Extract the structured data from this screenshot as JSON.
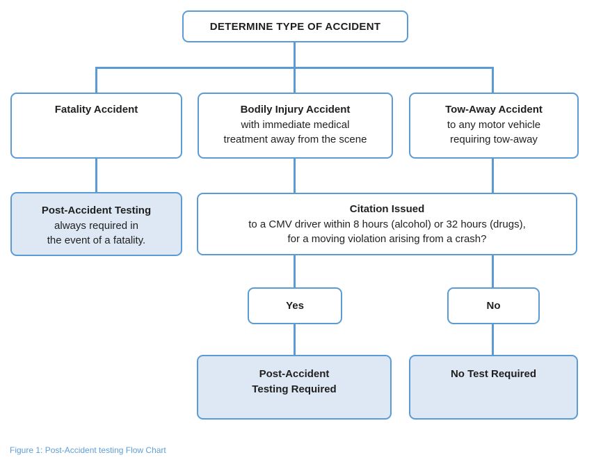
{
  "figure": {
    "caption": "Figure 1: Post-Accident testing Flow Chart"
  },
  "colors": {
    "connector_and_border": "#5b9bd5",
    "result_box_fill": "#dde8f4",
    "text": "#1f1f1f",
    "caption_text": "#5f9ed6"
  },
  "nodes": {
    "root": {
      "label": "DETERMINE TYPE OF ACCIDENT"
    },
    "fatality": {
      "title": "Fatality Accident"
    },
    "bodily_injury": {
      "title": "Bodily Injury Accident",
      "line1": "with immediate medical",
      "line2": "treatment away from the scene"
    },
    "tow_away": {
      "title": "Tow-Away Accident",
      "line1": "to any motor vehicle",
      "line2": "requiring tow-away"
    },
    "post_accident_fatality": {
      "title": "Post-Accident Testing",
      "line1": "always required in",
      "line2": "the event of a fatality."
    },
    "citation": {
      "title": "Citation Issued",
      "line1": "to a CMV driver within 8 hours (alcohol) or 32 hours (drugs),",
      "line2": "for a moving violation arising from a crash?"
    },
    "yes": {
      "label": "Yes"
    },
    "no": {
      "label": "No"
    },
    "testing_required": {
      "line1": "Post-Accident",
      "line2": "Testing Required"
    },
    "no_test": {
      "label": "No Test Required"
    }
  }
}
